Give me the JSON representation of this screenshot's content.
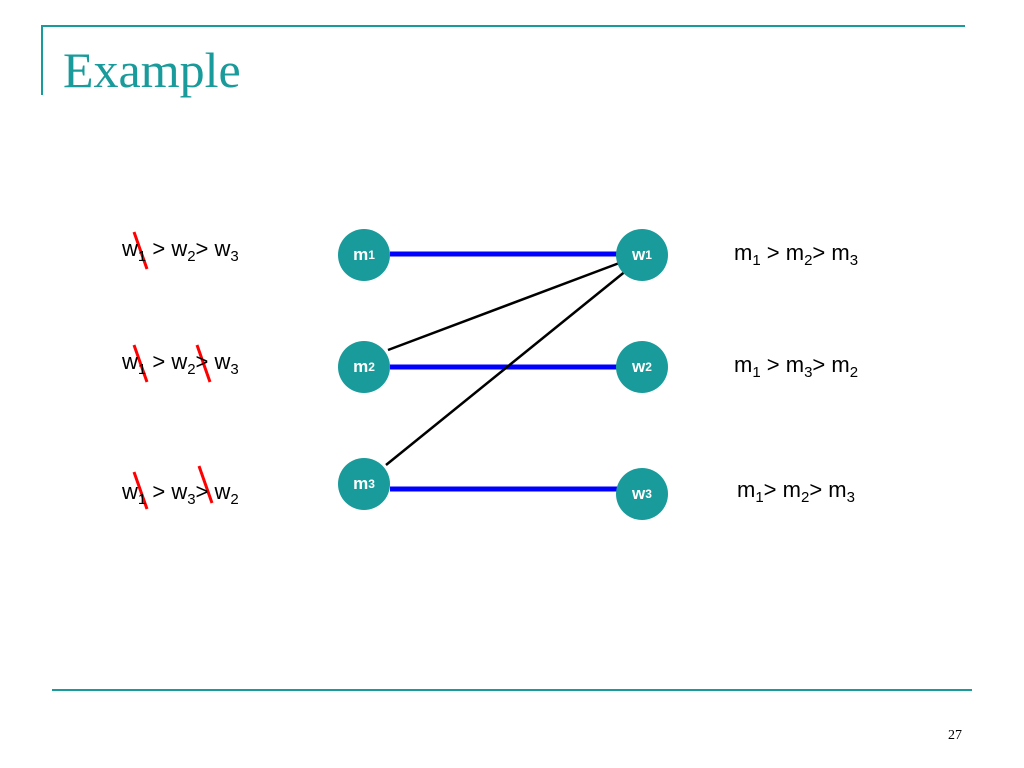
{
  "slide": {
    "title": "Example",
    "page_number": "27"
  },
  "colors": {
    "accent": "#1a9b9b",
    "match_edge": "#0000ff",
    "pref_edge": "#000000",
    "strike": "#ff0000"
  },
  "nodes": {
    "m": [
      "m",
      "m",
      "m"
    ],
    "m_sub": [
      "1",
      "2",
      "3"
    ],
    "w": [
      "w",
      "w",
      "w"
    ],
    "w_sub": [
      "1",
      "2",
      "3"
    ]
  },
  "left_prefs": [
    {
      "a": "w",
      "a_sub": "1",
      "sep1": " > ",
      "b": "w",
      "b_sub": "2",
      "sep2": "> ",
      "c": "w",
      "c_sub": "3"
    },
    {
      "a": "w",
      "a_sub": "1",
      "sep1": " > ",
      "b": "w",
      "b_sub": "2",
      "sep2": "> ",
      "c": "w",
      "c_sub": "3"
    },
    {
      "a": "w",
      "a_sub": "1",
      "sep1": " > ",
      "b": "w",
      "b_sub": "3",
      "sep2": "> ",
      "c": "w",
      "c_sub": "2"
    }
  ],
  "right_prefs": [
    {
      "a": "m",
      "a_sub": "1",
      "sep1": " > ",
      "b": "m",
      "b_sub": "2",
      "sep2": "> ",
      "c": "m",
      "c_sub": "3"
    },
    {
      "a": "m",
      "a_sub": "1",
      "sep1": " > ",
      "b": "m",
      "b_sub": "3",
      "sep2": "> ",
      "c": "m",
      "c_sub": "2"
    },
    {
      "a": "m",
      "a_sub": "1",
      "sep1": "> ",
      "b": "m",
      "b_sub": "2",
      "sep2": "> ",
      "c": "m",
      "c_sub": "3"
    }
  ]
}
